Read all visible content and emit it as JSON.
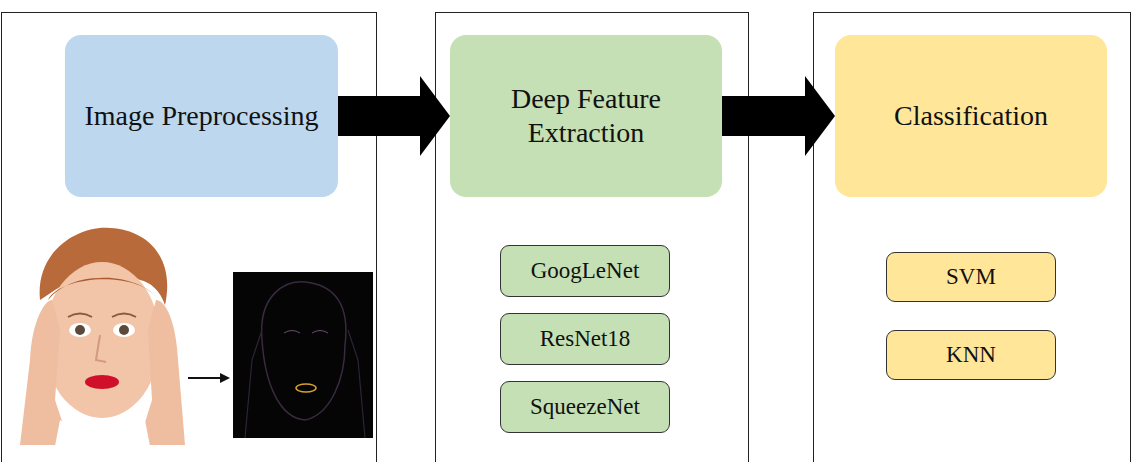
{
  "diagram": {
    "nodes": [
      {
        "text": [
          "Image Preprocessing"
        ]
      },
      {
        "text": [
          "Deep Feature Extraction"
        ]
      },
      {
        "text": [
          "Classification"
        ]
      },
      {
        "text": [
          "GoogLeNet"
        ]
      },
      {
        "text": [
          "ResNet18"
        ]
      },
      {
        "text": [
          "SqueezeNet"
        ]
      },
      {
        "text": [
          "SVM"
        ]
      },
      {
        "text": [
          "KNN"
        ]
      }
    ],
    "edges": [
      {
        "from": 0,
        "to": 1,
        "arrow": "to"
      },
      {
        "from": 1,
        "to": 2,
        "arrow": "to"
      }
    ]
  }
}
